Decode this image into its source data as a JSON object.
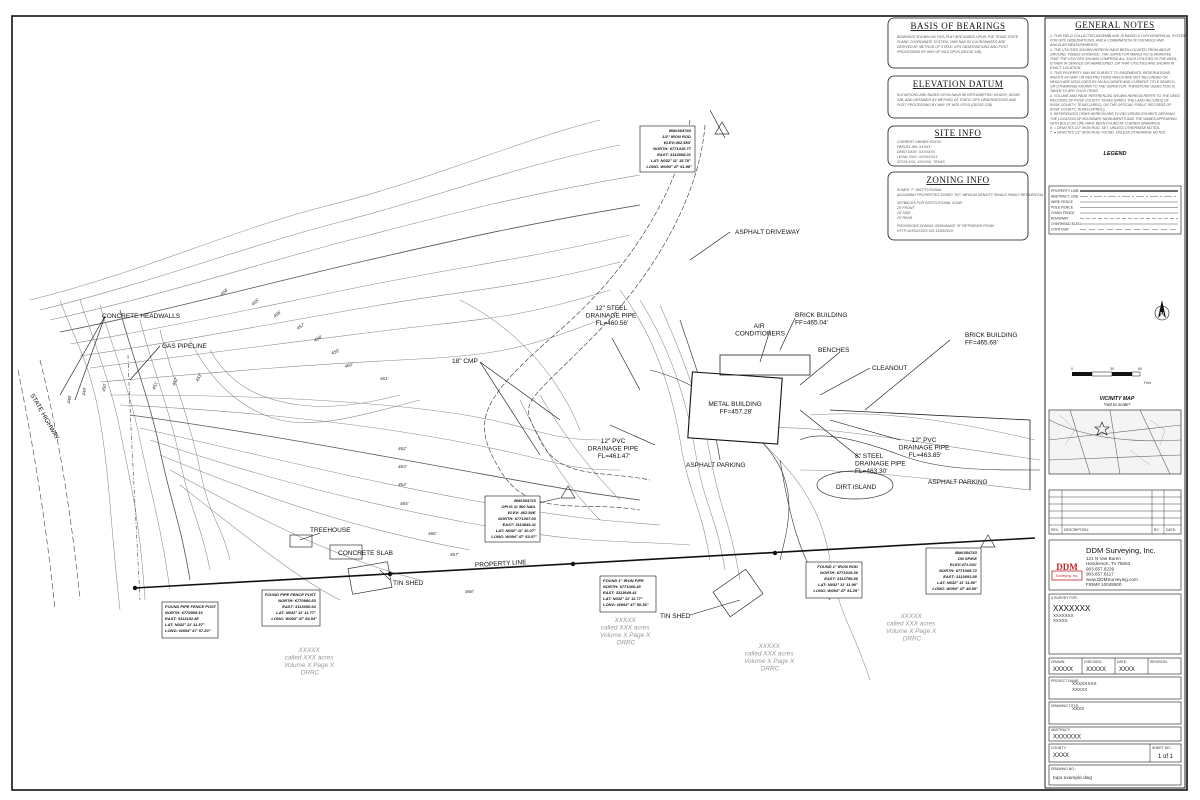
{
  "basis_bearings": {
    "title": "BASIS OF BEARINGS",
    "text": [
      "BEARINGS SHOWN ON THIS PLAT ARE BASED UPON THE TEXAS STATE",
      "PLANE COORDINATE SYSTEM, 1983 NAD 83 COORDINATES ARE",
      "DERIVED BY METHOD OF STATIC GPS OBSERVATIONS AND POST",
      "PROCESSING BY WAY OF NGS OPUS (GEOID 12B)"
    ]
  },
  "elevation_datum": {
    "title": "ELEVATION DATUM",
    "text": [
      "ELEVATIONS ARE BASED UPON NAVD 88 ORTHOMETRIC HEIGHT, GEOID",
      "12B, AND OBTAINED BY METHOD OF STATIC GPS OBSERVATIONS AND",
      "POST PROCESSING BY WAY OF NGS OPUS (GEOID 12B)"
    ]
  },
  "site_info": {
    "title": "SITE INFO",
    "items": [
      "CURRENT OWNER:XXXXX",
      "PARCEL ID#: XXXXX",
      "DEED DATE: XXXXXXX",
      "LEGAL DOC: XXXXXXXX",
      "SITUS:XXX, XXXXXX, TEXAS"
    ]
  },
  "zoning_info": {
    "title": "ZONING INFO",
    "items": [
      "ZONED \"I\": INSTITUTIONAL",
      "ADJOINING PROPERTIES ZONED \"R2\": MEDIUM DENSITY SINGLE FAMILY RESIDENTIAL"
    ],
    "setbacks": [
      "SETBACKS FOR INSTITUTIONAL ZONE:",
      "25' FRONT",
      "15' SIDE",
      "25' REAR"
    ],
    "foot": [
      "PROVISIONS ZONING ORDINANCE \"B\" RETRIEVED FROM:",
      "HTTP://XXXXXXXX.US/ 11/06/2019"
    ]
  },
  "general_notes": {
    "title": "GENERAL NOTES",
    "notes": [
      "1.  THIS FIELD COLLECTED ASSEMBLAGE IS BASED A TOPOGRAPHICAL SYSTEM",
      "    FOR GPS OBSERVATIONS, AND A COMBINATION OF DISTANCE AND",
      "    ANGULAR MEASUREMENTS.",
      "2.  THE UTILITIES SHOWN HEREON HAVE BEEN LOCATED FROM ABOVE",
      "    GROUND, VISIBLE EVIDENCE. THE SURVEYOR MAKES NO GUARANTEE",
      "    THAT THE UTILITIES SHOWN COMPRISE ALL SUCH UTILITIES IN THE AREA,",
      "    EITHER IN SERVICE OR ABANDONED, OR THAT UTILITIES ARE SHOWN IN",
      "    EXACT LOCATION.",
      "3.  THIS PROPERTY MAY BE SUBJECT TO EASEMENTS, RESERVATIONS,",
      "    RIGHTS-OF-WAY OR RESTRICTIONS WHICH ARE NOT RECORDED OR",
      "    WHICH ARE DISCLOSED BY AN ACCURATE AND CURRENT TITLE SEARCH,",
      "    OR OTHERWISE KNOWN TO THE SURVEYOR, THEREFORE OBJECTION IS",
      "    TAKEN TO ANY SUCH ITEMS.",
      "4.  VOLUME AND PAGE REFERENCES SHOWN HEREON REFER TO THE DEED",
      "    RECORDS OF RUSK COUNTY, TEXAS (DRRC) THE LAND RECORDS OF",
      "    RUSK COUNTY, TEXAS (LRRC), OR THE OFFICIAL PUBLIC RECORDS OF",
      "    RUSK COUNTY, TEXAS (OPRRC).",
      "5.  REFERENCED ITEMS HEREON ARE TO RECORDED EXHIBITS DEFINING",
      "    THE LOCATION OF BOUNDARY MONUMENTS AND THE NAMES APPEARING",
      "    WITH BOLD OR LINE HAVE BEEN FOUND AT CORNER DRAWINGS.",
      "6.  ○  DENOTES 1/2\" IRON ROD, SET, UNLESS OTHERWISE NOTED.",
      "7.  ●  DENOTES 1/2\" IRON ROD, FOUND, UNLESS OTHERWISE NOTED."
    ]
  },
  "legend": {
    "title": "LEGEND",
    "rows": [
      "PROPERTY LINE",
      "ABSTRACT LINE",
      "WIRE FENCE",
      "POLE FENCE",
      "CHAIN FENCE",
      "ROADWAY",
      "OVERHEAD ELEC",
      "CONTOUR"
    ]
  },
  "scale": {
    "ticks": [
      "0",
      "30",
      "60"
    ],
    "unit": "Feet"
  },
  "vicinity_map": {
    "title": "VICINITY MAP",
    "subtitle": "*not to scale*"
  },
  "revision_table": {
    "headers": [
      "REV.",
      "DESCRIPTION:",
      "BY:",
      "DATE:"
    ]
  },
  "company": {
    "logo_top": "DDM",
    "logo_sub": "Surveying, Inc.",
    "name": "DDM Surveying, Inc.",
    "lines": [
      "121 N Van Buren",
      "Henderson, Tx 75653",
      "903.657.6229",
      "903.657.8117",
      "www.DDMSurveying.com",
      "FIRM# 10045900"
    ]
  },
  "survey_for": {
    "label": "A SURVEY FOR:",
    "name": "XXXXXXX",
    "lines": [
      "XXXXXXX",
      "XXXXX"
    ]
  },
  "drawn_row": [
    {
      "label": "DRAWN:",
      "value": "XXXXX"
    },
    {
      "label": "CHECKED:",
      "value": "XXXXX"
    },
    {
      "label": "DATE:",
      "value": "XXXX"
    },
    {
      "label": "REVISION:",
      "value": ""
    }
  ],
  "project": {
    "label": "PROJECT NAME:",
    "lines": [
      "XXXXXXXX",
      "XXXXX"
    ]
  },
  "drawing_title": {
    "label": "DRAWING TITLE:",
    "value": "XXXX"
  },
  "abstract": {
    "label": "ABSTRACT:",
    "value": "XXXXXXX"
  },
  "county": {
    "label": "COUNTY:",
    "value": "XXXX"
  },
  "sheet": {
    "label": "SHEET NO.:",
    "value": "1 of 1"
  },
  "drawing_no": {
    "label": "DRAWING NO.:",
    "value": "topo example.dwg"
  },
  "map": {
    "labels": {
      "concrete_headwalls": "CONCRETE HEADWALLS",
      "gas_pipeline": "GAS PIPELINE",
      "state_highway": "STATE HIGHWAY",
      "cmp": "18\" CMP",
      "asphalt_driveway": "ASPHALT DRIVEWAY",
      "steel_pipe_1": [
        "12\" STEEL",
        "DRAINAGE PIPE",
        "FL=460.56'"
      ],
      "air_conditioners": [
        "AIR",
        "CONDITIONERS"
      ],
      "brick_building_1": [
        "BRICK BUILDING",
        "FF=465.04'"
      ],
      "brick_building_2": [
        "BRICK BUILDING",
        "FF=465.69'"
      ],
      "benches": "BENCHES",
      "cleanout": "CLEANOUT",
      "metal_building": [
        "METAL BUILDING",
        "FF=457.28'"
      ],
      "pvc_pipe_1": [
        "12\" PVC",
        "DRAINAGE PIPE",
        "FL=461.47'"
      ],
      "pvc_pipe_2": [
        "12\" PVC",
        "DRAINAGE PIPE",
        "FL=463.85'"
      ],
      "steel_pipe_2": [
        "8\" STEEL",
        "DRAINAGE PIPE",
        "FL=463.30'"
      ],
      "asphalt_parking_1": "ASPHALT PARKING",
      "asphalt_parking_2": "ASPHALT PARKING",
      "dirt_island": "DIRT ISLAND",
      "treehouse": "TREEHOUSE",
      "concrete_slab": "CONCRETE SLAB",
      "property_line": "PROPERTY LINE",
      "tin_shed_1": "TIN SHED",
      "tin_shed_2": "TIN SHED"
    },
    "benchmarks": {
      "bm1": [
        "BM#384744",
        "1/2\" IRON ROD",
        "ELEV:462.583'",
        "NORTH: 6771416.77",
        "EAST: 3116868.01",
        "LAT: N032° 11' 15.78\"",
        "LONG: W094° 47' 51.98\""
      ],
      "bm2": [
        "BM#384723",
        "OPUS @ 360 NAIL",
        "ELEV: 462.946'",
        "NORTH: 6771007.00",
        "EAST: 3113846.11",
        "LAT: N032° 11' 10.07\"",
        "LONG: W094° 47' 53.07\""
      ],
      "bm3": [
        "BM#384743",
        "ON SPIKE",
        "ELEV:471.041'",
        "NORTH: 6771008.72",
        "EAST: 3113691.88",
        "LAT: N032° 11' 11.80\"",
        "LONG: W094° 47' 46.90\""
      ]
    },
    "corners": {
      "c1": [
        "FOUND PIPE FENCE POST",
        "NORTH: 6770985.16",
        "EAST: 3112152.88",
        "LAT: N032° 11' 11.87\"",
        "LONG: W094° 47' 57.20\""
      ],
      "c2": [
        "FOUND PIPE FENCE POST",
        "NORTH: 6770980.83",
        "EAST: 3113050.64",
        "LAT: N032° 11' 11.77\"",
        "LONG: W094° 47' 54.54\""
      ],
      "c3": [
        "FOUND 1\" IRON PIPE",
        "NORTH: 6771006.48",
        "EAST: 3113649.41",
        "LAT: N032° 11' 11.77\"",
        "LONG: W094° 47' 50.36\""
      ],
      "c4": [
        "FOUND 1\" IRON ROD",
        "NORTH: 6771015.36",
        "EAST: 3113758.86",
        "LAT: N032° 11' 11.90\"",
        "LONG: W094° 47' 51.29\""
      ]
    },
    "adjoiners": {
      "a1": [
        "XXXXX",
        "called XXX acres",
        "Volume X Page X",
        "DRRC"
      ],
      "a2": [
        "XXXXX",
        "called XXX acres",
        "Volume X Page X",
        "DRRC"
      ],
      "a3": [
        "XXXXX",
        "called XXX acres",
        "Volume X Page X",
        "DRRC"
      ],
      "a4": [
        "XXXXX",
        "called XXX acres",
        "Volume X Page X",
        "DRRC"
      ]
    },
    "contours": [
      "448'",
      "449'",
      "450'",
      "451'",
      "452'",
      "453'",
      "454'",
      "455'",
      "456'",
      "457'",
      "458'",
      "459'",
      "460'",
      "461'",
      "462'",
      "463'",
      "464'",
      "465'",
      "466'",
      "467'",
      "468'"
    ]
  }
}
